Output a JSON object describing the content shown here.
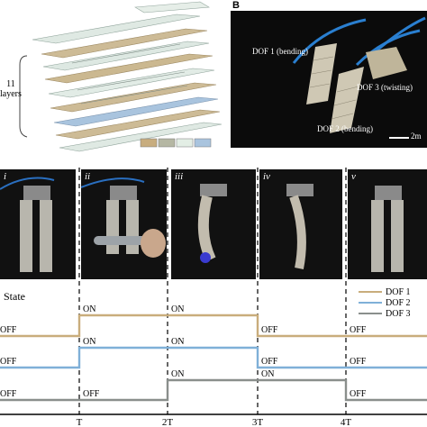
{
  "panelB": {
    "letter": "B",
    "dof1": "DOF 1 (bending)",
    "dof2": "DOF 2 (bending)",
    "dof3": "DOF 3 (twisting)",
    "scale": "2m"
  },
  "layers": {
    "count": "11",
    "word": "layers"
  },
  "swatches": [
    "#c8ad7f",
    "#b5b7a3",
    "#e3eee5",
    "#a9c4de"
  ],
  "photos": [
    "i",
    "ii",
    "iii",
    "iv",
    "v"
  ],
  "timing": {
    "title": "State",
    "legend": [
      {
        "name": "DOF 1",
        "color": "#c9ad7c"
      },
      {
        "name": "DOF 2",
        "color": "#7fb0d8"
      },
      {
        "name": "DOF 3",
        "color": "#8a8f8c"
      }
    ],
    "signals": [
      {
        "off_left": "OFF",
        "on": [
          "ON",
          "ON"
        ],
        "off_right": "OFF",
        "color": "#c9ad7c"
      },
      {
        "off_left": "OFF",
        "on": [
          "ON",
          "ON"
        ],
        "off_right": "OFF",
        "color": "#7fb0d8"
      },
      {
        "off_left": "OFF",
        "mid": [
          "OFF"
        ],
        "on": [
          "ON",
          "ON"
        ],
        "off_right": "OFF",
        "color": "#8a8f8c"
      }
    ],
    "ticks": [
      "T",
      "2T",
      "3T",
      "4T"
    ]
  }
}
